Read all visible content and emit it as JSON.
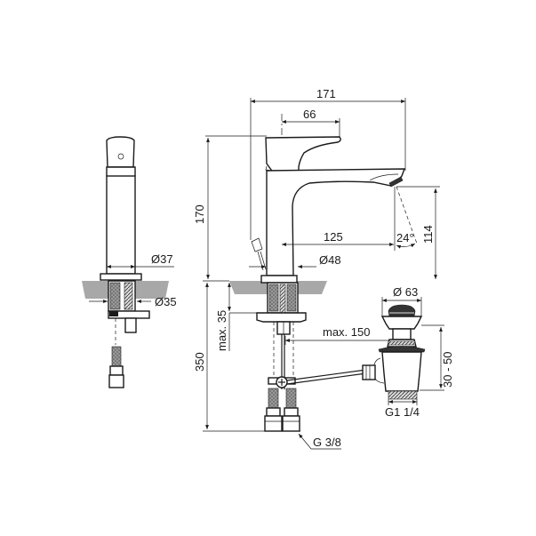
{
  "drawing": {
    "title": "Basin mixer technical drawing",
    "units": "mm",
    "views": [
      "side-view-left",
      "front-view-main",
      "waste-drain"
    ]
  },
  "dimensions": {
    "overall_depth": "171",
    "handle_offset": "66",
    "overall_height": "170",
    "spout_height": "114",
    "spout_reach": "125",
    "spray_angle": "24°",
    "base_diameter": "Ø48",
    "body_diameter": "Ø37",
    "shank_diameter": "Ø35",
    "counter_thickness": "max. 35",
    "installation_depth": "350",
    "rod_length": "max. 150",
    "drain_diameter": "Ø 63",
    "drain_range": "30 - 50",
    "drain_thread": "G1 1/4",
    "hose_thread": "G 3/8"
  }
}
